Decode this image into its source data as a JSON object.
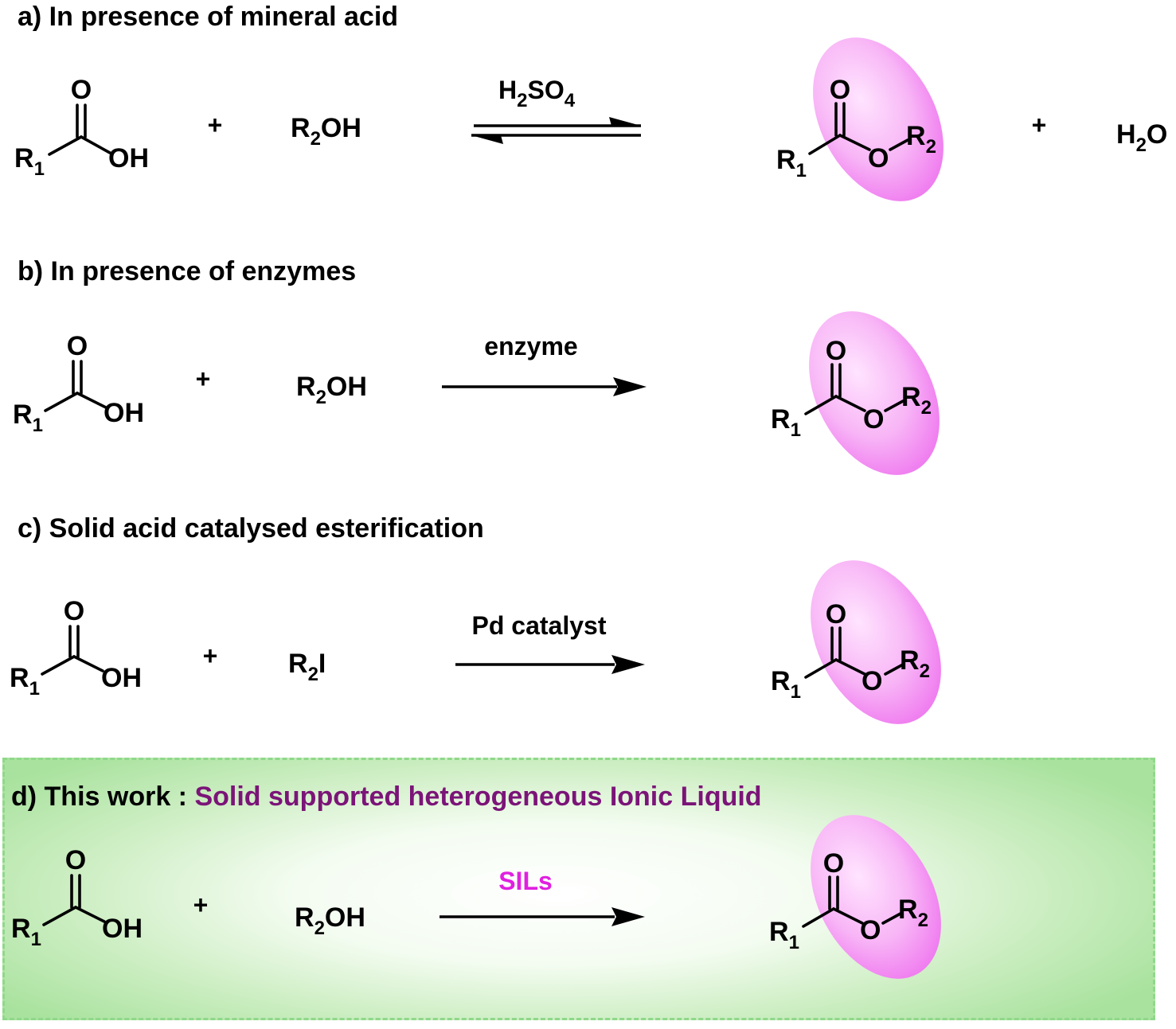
{
  "schemes": [
    {
      "id": "a",
      "title": "a) In presence of mineral acid",
      "reactant1": {
        "carbonyl_o": "O",
        "r": "R",
        "r_sub": "1",
        "oh": "OH"
      },
      "plus1": "+",
      "reagent2": {
        "r": "R",
        "r_sub": "2",
        "rest": "OH"
      },
      "arrow": "equilibrium",
      "condition": {
        "parts": [
          [
            "H",
            ""
          ],
          [
            "2",
            "sub"
          ],
          [
            "SO",
            ""
          ],
          [
            "4",
            "sub"
          ]
        ]
      },
      "product": {
        "carbonyl_o": "O",
        "r1": "R",
        "r1_sub": "1",
        "ester_o": "O",
        "r2": "R",
        "r2_sub": "2"
      },
      "plus2": "+",
      "byproduct": {
        "main": "H",
        "sub": "2",
        "rest": "O"
      }
    },
    {
      "id": "b",
      "title": "b) In presence of enzymes",
      "reactant1": {
        "carbonyl_o": "O",
        "r": "R",
        "r_sub": "1",
        "oh": "OH"
      },
      "plus1": "+",
      "reagent2": {
        "r": "R",
        "r_sub": "2",
        "rest": "OH"
      },
      "arrow": "forward",
      "condition": {
        "parts": [
          [
            "enzyme",
            ""
          ]
        ]
      },
      "product": {
        "carbonyl_o": "O",
        "r1": "R",
        "r1_sub": "1",
        "ester_o": "O",
        "r2": "R",
        "r2_sub": "2"
      }
    },
    {
      "id": "c",
      "title": "c) Solid acid catalysed esterification",
      "reactant1": {
        "carbonyl_o": "O",
        "r": "R",
        "r_sub": "1",
        "oh": "OH"
      },
      "plus1": "+",
      "reagent2": {
        "r": "R",
        "r_sub": "2",
        "rest": "I"
      },
      "arrow": "forward",
      "condition": {
        "parts": [
          [
            "Pd catalyst",
            ""
          ]
        ]
      },
      "product": {
        "carbonyl_o": "O",
        "r1": "R",
        "r1_sub": "1",
        "ester_o": "O",
        "r2": "R",
        "r2_sub": "2"
      }
    },
    {
      "id": "d",
      "title_prefix": "d) This work : ",
      "title_highlight": "Solid supported heterogeneous Ionic Liquid",
      "reactant1": {
        "carbonyl_o": "O",
        "r": "R",
        "r_sub": "1",
        "oh": "OH"
      },
      "plus1": "+",
      "reagent2": {
        "r": "R",
        "r_sub": "2",
        "rest": "OH"
      },
      "arrow": "forward",
      "condition": {
        "parts": [
          [
            "SILs",
            ""
          ]
        ]
      },
      "product": {
        "carbonyl_o": "O",
        "r1": "R",
        "r1_sub": "1",
        "ester_o": "O",
        "r2": "R",
        "r2_sub": "2"
      }
    }
  ],
  "colors": {
    "highlight_title": "#7b1478",
    "sils_label": "#e020e0",
    "ellipse_outer": "#f07ef0",
    "ellipse_inner": "#ffe4ff",
    "box_border": "#8fd88a",
    "box_fill": "#a9e29e"
  }
}
